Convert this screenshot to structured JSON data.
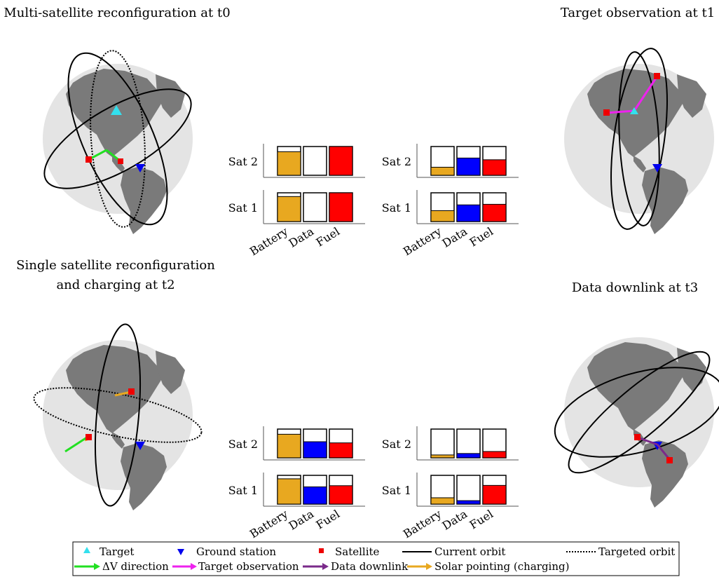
{
  "panels": [
    {
      "id": "t0",
      "title_lines": [
        "Multi-satellite reconfiguration at t0"
      ]
    },
    {
      "id": "t1",
      "title_lines": [
        "Target observation at t1"
      ]
    },
    {
      "id": "t2",
      "title_lines": [
        "Single satellite reconfiguration",
        "and charging at t2"
      ]
    },
    {
      "id": "t3",
      "title_lines": [
        "Data downlink at t3"
      ]
    }
  ],
  "gauges": {
    "categories": [
      "Battery",
      "Data",
      "Fuel"
    ],
    "satellites": [
      "Sat 2",
      "Sat 1"
    ],
    "colors": {
      "Battery": "#e8a820",
      "Data": "#0000ff",
      "Fuel": "#ff0000"
    },
    "levels": {
      "t0": {
        "Sat 2": [
          0.82,
          0.0,
          1.0
        ],
        "Sat 1": [
          0.87,
          0.0,
          1.0
        ]
      },
      "t1": {
        "Sat 2": [
          0.28,
          0.6,
          0.54
        ],
        "Sat 1": [
          0.38,
          0.58,
          0.6
        ]
      },
      "t2": {
        "Sat 2": [
          0.82,
          0.56,
          0.52
        ],
        "Sat 1": [
          0.88,
          0.6,
          0.64
        ]
      },
      "t3": {
        "Sat 2": [
          0.1,
          0.15,
          0.22
        ],
        "Sat 1": [
          0.22,
          0.12,
          0.65
        ]
      }
    }
  },
  "legend": {
    "items": [
      {
        "label": "Target",
        "symbol": "triangle-up",
        "color": "#33e0ee"
      },
      {
        "label": "Ground station",
        "symbol": "triangle-down",
        "color": "#0000ee"
      },
      {
        "label": "Satellite",
        "symbol": "square",
        "color": "#ee0000"
      },
      {
        "label": "Current orbit",
        "symbol": "solid-line",
        "color": "#000000"
      },
      {
        "label": "Targeted orbit",
        "symbol": "dotted-line",
        "color": "#000000"
      },
      {
        "label": "ΔV direction",
        "symbol": "arrow",
        "color": "#22e022"
      },
      {
        "label": "Target observation",
        "symbol": "arrow",
        "color": "#ee22ee"
      },
      {
        "label": "Data downlink",
        "symbol": "arrow",
        "color": "#7a2a8a"
      },
      {
        "label": "Solar pointing (charging)",
        "symbol": "arrow",
        "color": "#e8a820"
      }
    ]
  }
}
